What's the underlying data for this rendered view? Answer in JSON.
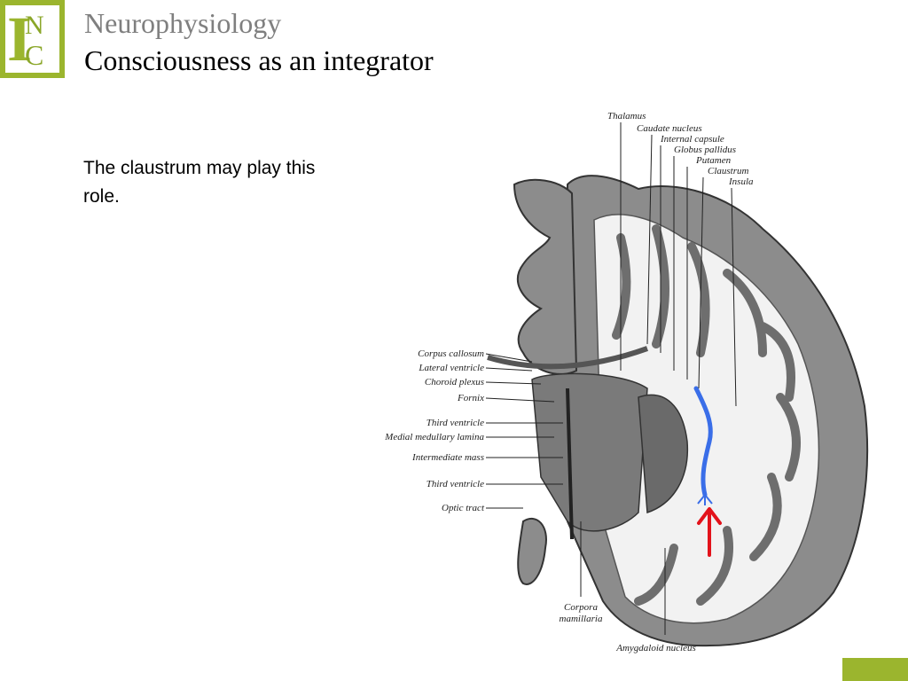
{
  "header": {
    "logo_letters": [
      "I",
      "N",
      "C"
    ],
    "subtitle": "Neurophysiology",
    "title": "Consciousness as an integrator"
  },
  "body": {
    "text": "The claustrum may play this role."
  },
  "figure": {
    "labels_right": [
      "Thalamus",
      "Caudate nucleus",
      "Internal capsule",
      "Globus pallidus",
      "Putamen",
      "Claustrum",
      "Insula"
    ],
    "labels_left": [
      "Corpus callosum",
      "Lateral ventricle",
      "Choroid plexus",
      "Fornix",
      "Third ventricle",
      "Medial medullary lamina",
      "Intermediate mass",
      "Third ventricle",
      "Optic tract"
    ],
    "label_bottom_1": "Corpora",
    "label_bottom_2": "mamillaria",
    "label_bottom_3": "Amygdaloid nucleus",
    "highlight_color": "#3a6ee8",
    "arrow_color": "#e3131b",
    "accent_color": "#9bb52e"
  }
}
